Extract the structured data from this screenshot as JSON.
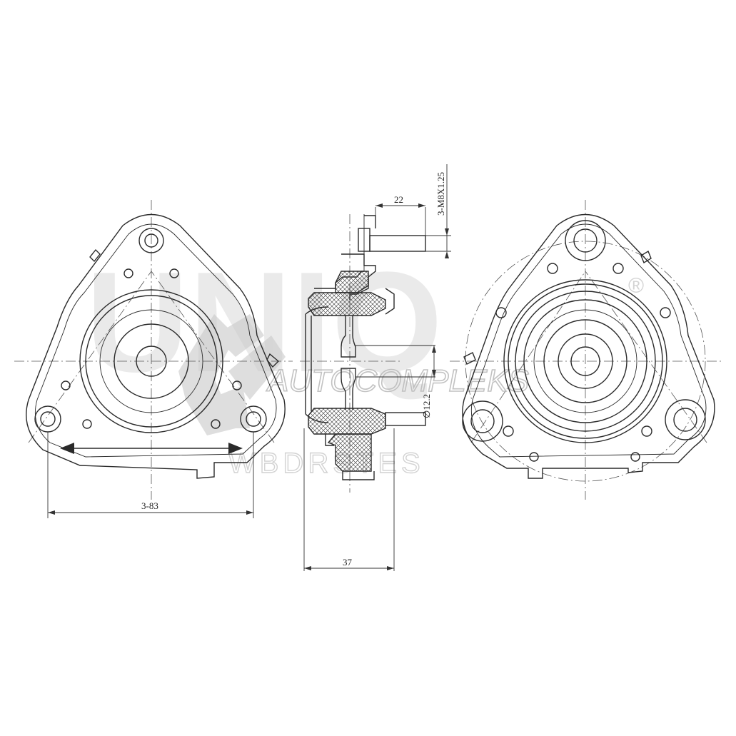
{
  "watermark": {
    "brand": "UNIQ",
    "registered": "®",
    "tagline": "AUTOCOMPLEKS",
    "site": "WBDRSTES"
  },
  "dimensions": {
    "spacing": "3-83",
    "width": "37",
    "stud_length": "22",
    "thread": "3-M8X1.25",
    "bore": "∅12.2"
  }
}
